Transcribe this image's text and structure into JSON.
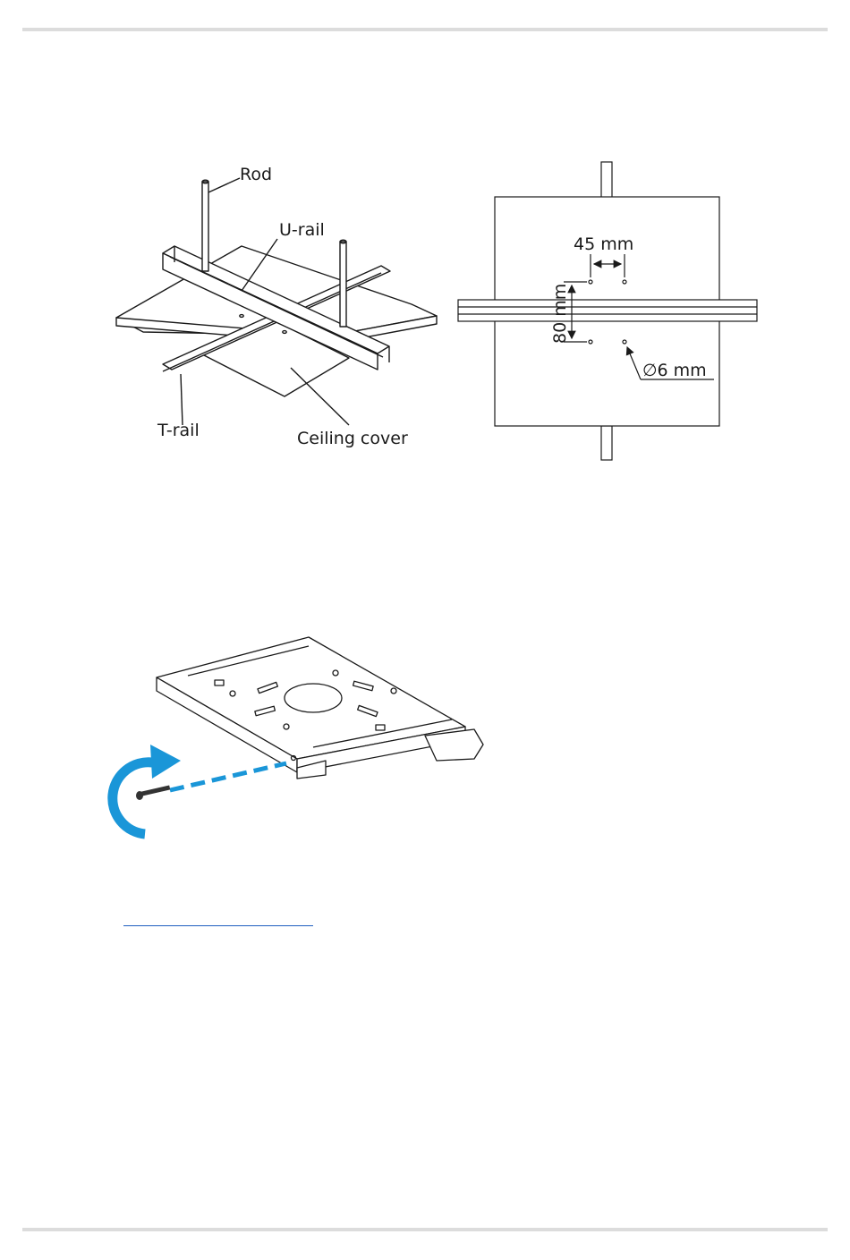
{
  "figure_ceiling": {
    "label_rod": "Rod",
    "label_urail": "U-rail",
    "label_trail": "T-rail",
    "label_ceiling_cover": "Ceiling cover"
  },
  "figure_dimensions": {
    "label_45": "45 mm",
    "label_80": "80 mm",
    "label_diameter": "∅6 mm"
  },
  "figure_bracket": {
    "arrow_color": "#1a96d8"
  }
}
